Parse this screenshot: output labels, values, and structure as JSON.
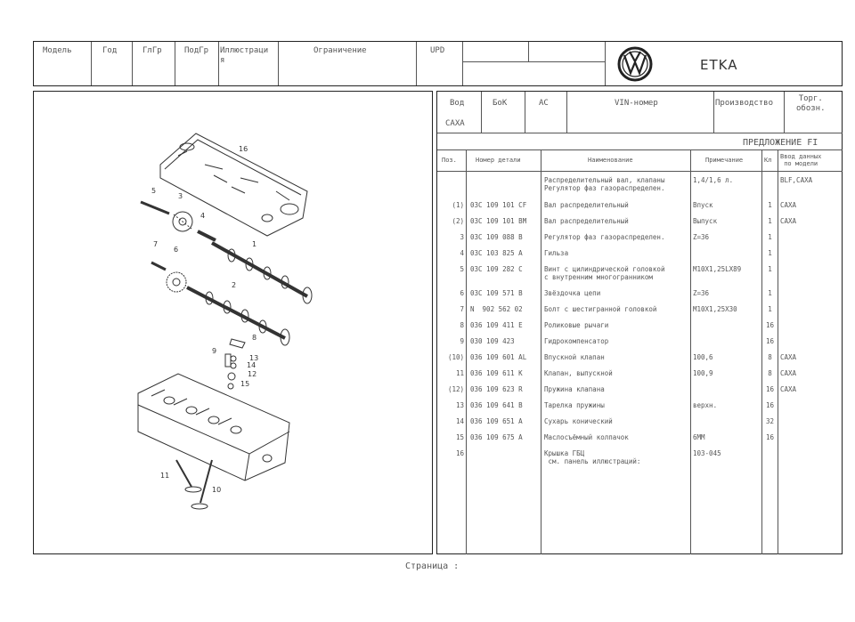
{
  "header": {
    "columns": [
      "Модель",
      "Год",
      "ГлГр",
      "ПодГр",
      "Иллюстраци\nя",
      "Ограничение",
      "UPD"
    ],
    "title": "ETKA"
  },
  "info": {
    "columns": [
      "Вод",
      "БоК",
      "AC",
      "VIN-номер",
      "Производство",
      "Торг.\nобозн."
    ],
    "bod_value": "CAXA",
    "proposal": "ПРЕДЛОЖЕНИЕ FI"
  },
  "table": {
    "headers": [
      "Поз.",
      "Номер детали",
      "Наименование",
      "Примечание",
      "Кл",
      "Ввод данных\nпо модели"
    ],
    "rows": [
      {
        "pos": "",
        "part": "",
        "name": "Распределительный вал, клапаны\nРегулятор фаз газораспределен.",
        "note": "1,4/1,6 л.",
        "qty": "",
        "model": "BLF,CAXA"
      },
      {
        "pos": "(1)",
        "part": "03C 109 101 CF",
        "name": "Вал распределительный",
        "note": "Впуск",
        "qty": "1",
        "model": "CAXA"
      },
      {
        "pos": "(2)",
        "part": "03C 109 101 BM",
        "name": "Вал распределительный",
        "note": "Выпуск",
        "qty": "1",
        "model": "CAXA"
      },
      {
        "pos": "3",
        "part": "03C 109 088 B",
        "name": "Регулятор фаз газораспределен.",
        "note": "Z=36",
        "qty": "1",
        "model": ""
      },
      {
        "pos": "4",
        "part": "03C 103 825 A",
        "name": "Гильза",
        "note": "",
        "qty": "1",
        "model": ""
      },
      {
        "pos": "5",
        "part": "03C 109 282 C",
        "name": "Винт с цилиндрической головкой\nс внутренним многогранником",
        "note": "M10X1,25LX89",
        "qty": "1",
        "model": ""
      },
      {
        "pos": "6",
        "part": "03C 109 571 B",
        "name": "Звёздочка цепи",
        "note": "Z=36",
        "qty": "1",
        "model": ""
      },
      {
        "pos": "7",
        "part": "N  902 562 02",
        "name": "Болт с шестигранной головкой",
        "note": "M10X1,25X30",
        "qty": "1",
        "model": ""
      },
      {
        "pos": "8",
        "part": "036 109 411 E",
        "name": "Роликовые рычаги",
        "note": "",
        "qty": "16",
        "model": ""
      },
      {
        "pos": "9",
        "part": "030 109 423",
        "name": "Гидрокомпенсатор",
        "note": "",
        "qty": "16",
        "model": ""
      },
      {
        "pos": "(10)",
        "part": "036 109 601 AL",
        "name": "Впускной клапан",
        "note": "100,6",
        "qty": "8",
        "model": "CAXA"
      },
      {
        "pos": "11",
        "part": "036 109 611 K",
        "name": "Клапан, выпускной",
        "note": "100,9",
        "qty": "8",
        "model": "CAXA"
      },
      {
        "pos": "(12)",
        "part": "036 109 623 R",
        "name": "Пружина клапана",
        "note": "",
        "qty": "16",
        "model": "CAXA"
      },
      {
        "pos": "13",
        "part": "036 109 641 B",
        "name": "Тарелка пружины",
        "note": "верхн.",
        "qty": "16",
        "model": ""
      },
      {
        "pos": "14",
        "part": "036 109 651 A",
        "name": "Сухарь конический",
        "note": "",
        "qty": "32",
        "model": ""
      },
      {
        "pos": "15",
        "part": "036 109 675 A",
        "name": "Маслосъёмный колпачок",
        "note": "6MM",
        "qty": "16",
        "model": ""
      },
      {
        "pos": "16",
        "part": "",
        "name": "Крышка ГБЦ\n см. панель иллюстраций:",
        "note": "103-045",
        "qty": "",
        "model": ""
      }
    ]
  },
  "diagram": {
    "callouts": [
      "16",
      "5",
      "3",
      "4",
      "1",
      "7",
      "6",
      "2",
      "8",
      "9",
      "13",
      "14",
      "12",
      "15",
      "11",
      "10"
    ]
  },
  "footer": {
    "page_label": "Страница :"
  }
}
